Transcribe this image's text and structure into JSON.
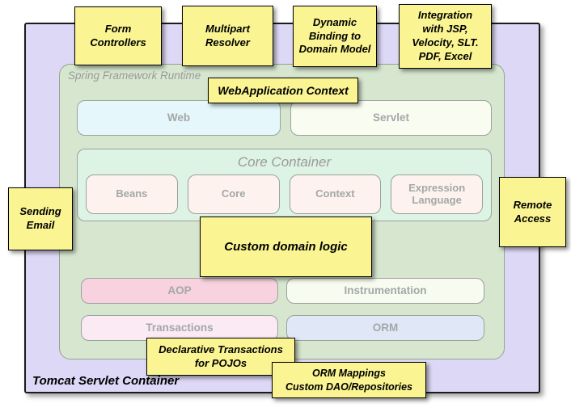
{
  "colors": {
    "sticky_yellow": "#faf492",
    "tomcat_purple": "#ddd8f6",
    "runtime_green": "#d7e7cf",
    "core_mint": "#ddf3e3",
    "web_cyan": "#e5f7fa",
    "servlet_cream": "#f9fcf1",
    "aop_pink": "#f8d2de",
    "transactions_pink": "#fbe9f3",
    "orm_blue": "#e0e8f8",
    "instrumentation_cream": "#f8fcf0",
    "core_child_blush": "#fdf2ed",
    "module_label_gray": "#a3a8a8"
  },
  "containers": {
    "tomcat": {
      "label": "Tomcat Servlet Container"
    },
    "runtime": {
      "label": "Spring Framework Runtime"
    },
    "core": {
      "label": "Core Container",
      "children": [
        {
          "label": "Beans"
        },
        {
          "label": "Core"
        },
        {
          "label": "Context"
        },
        {
          "label": "Expression Language"
        }
      ]
    }
  },
  "modules": {
    "web": {
      "label": "Web"
    },
    "servlet": {
      "label": "Servlet"
    },
    "aop": {
      "label": "AOP"
    },
    "instrumentation": {
      "label": "Instrumentation"
    },
    "transactions": {
      "label": "Transactions"
    },
    "orm": {
      "label": "ORM"
    }
  },
  "notes": [
    {
      "name": "form-controllers",
      "text": "Form\nControllers"
    },
    {
      "name": "multipart-resolver",
      "text": "Multipart\nResolver"
    },
    {
      "name": "dynamic-binding",
      "text": "Dynamic\nBinding to\nDomain Model"
    },
    {
      "name": "integration-views",
      "text": "Integration\nwith JSP,\nVelocity, SLT.\nPDF, Excel"
    },
    {
      "name": "webapplication-context",
      "text": "WebApplication Context"
    },
    {
      "name": "sending-email",
      "text": "Sending\nEmail"
    },
    {
      "name": "remote-access",
      "text": "Remote\nAccess"
    },
    {
      "name": "custom-domain-logic",
      "text": "Custom domain logic"
    },
    {
      "name": "declarative-transactions",
      "text": "Declarative Transactions\nfor POJOs"
    },
    {
      "name": "orm-mappings",
      "text": "ORM Mappings\nCustom DAO/Repositories"
    }
  ]
}
